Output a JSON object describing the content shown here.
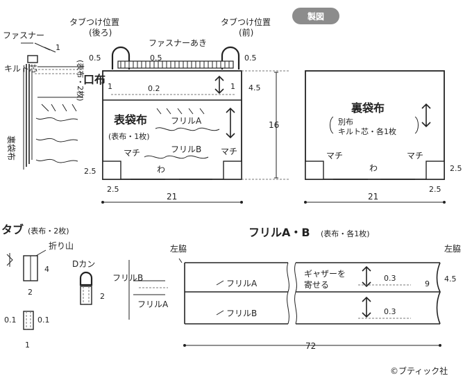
{
  "title": "製図",
  "copyright": "©ブティック社",
  "tab_position_back": "タブつけ位置",
  "tab_position_back_sub": "(後ろ)",
  "tab_position_front": "タブつけ位置",
  "tab_position_front_sub": "(前)",
  "zipper_opening": "ファスナーあき",
  "zipper": "ファスナー",
  "quilt_core": "キルト芯",
  "lining_side": "裏袋布",
  "mouth_cloth": "口布",
  "mouth_cloth_note": "(表布・2枚)",
  "outer_bag": "表袋布",
  "outer_bag_note": "(表布・1枚)",
  "frill_a": "フリルA",
  "frill_b": "フリルB",
  "gusset": "マチ",
  "fold": "わ",
  "lining_bag": "裏袋布",
  "lining_note_1": "別布",
  "lining_note_2": "キルト芯・各1枚",
  "tab_title": "タブ",
  "tab_note": "(表布・2枚)",
  "fold_line": "折り山",
  "d_ring": "Dカン",
  "frill_b_v": "フリルB",
  "frill_a_side": "フリルA",
  "frill_title": "フリルA・B",
  "frill_note": "(表布・各1枚)",
  "side_seam": "左脇",
  "gather_1": "ギャザーを",
  "gather_2": "寄せる",
  "dims": {
    "d05": "0.5",
    "d1": "1",
    "d02": "0.2",
    "d45": "4.5",
    "d16": "16",
    "d25": "2.5",
    "d21": "21",
    "d4": "4",
    "d2": "2",
    "d01": "0.1",
    "d03": "0.3",
    "d9": "9",
    "d72": "72"
  }
}
